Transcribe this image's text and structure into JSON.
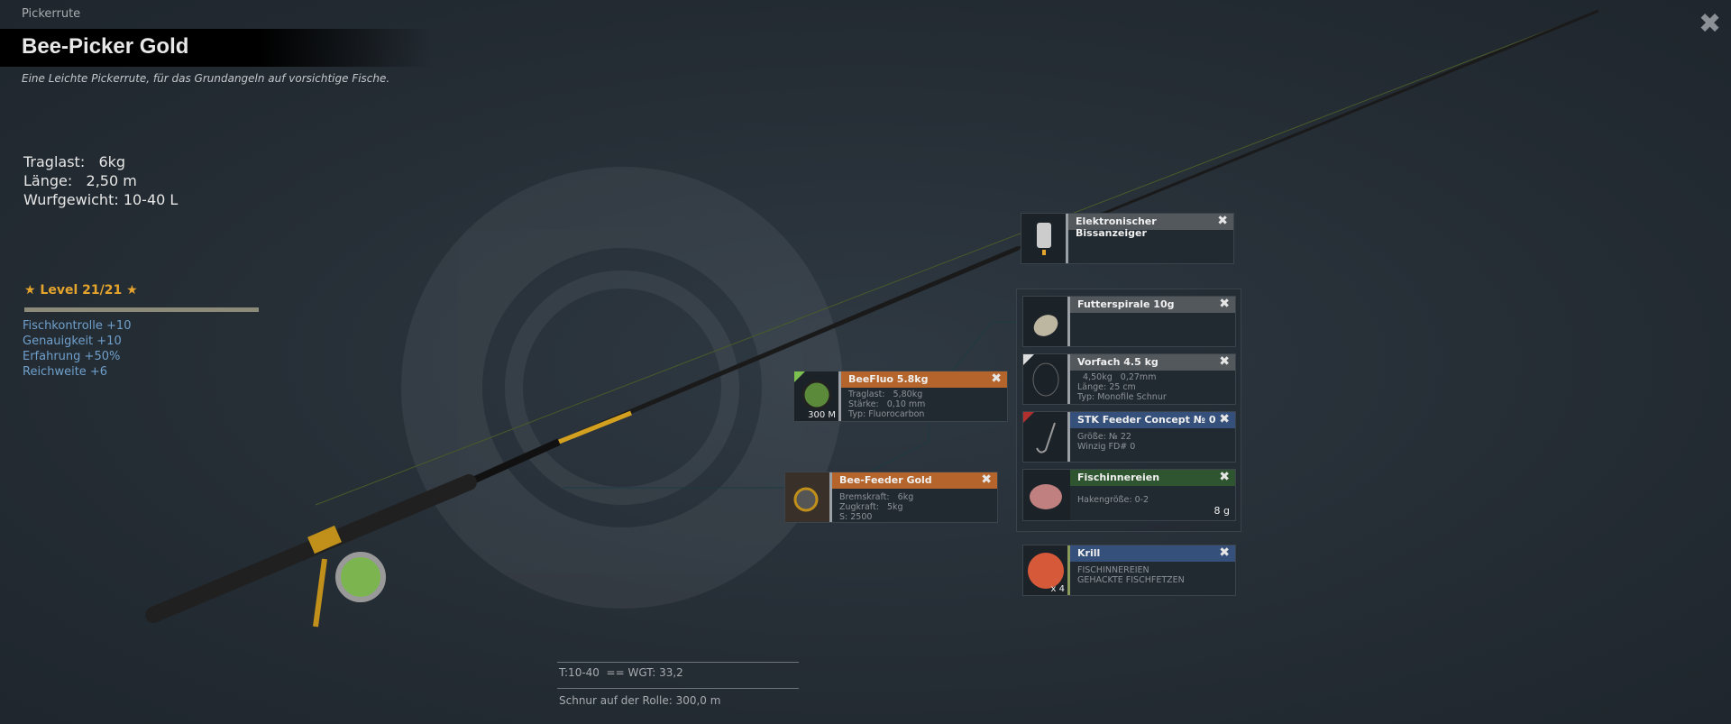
{
  "header": {
    "category": "Pickerrute",
    "title": "Bee-Picker Gold",
    "description": "Eine Leichte Pickerrute, für das Grundangeln auf vorsichtige Fische."
  },
  "stats": [
    "Traglast:   6kg",
    "Länge:   2,50 m",
    "Wurfgewicht: 10-40 L"
  ],
  "level": {
    "label": "★ Level 21/21 ★",
    "progress": 1.0
  },
  "bonuses": [
    "Fischkontrolle +10",
    "Genauigkeit +10",
    "Erfahrung +50%",
    "Reichweite +6"
  ],
  "close_icon": "✖",
  "items": {
    "bite_alarm": {
      "title": "Elektronischer Bissanzeiger"
    },
    "feeder": {
      "title": "Futterspirale 10g"
    },
    "leader": {
      "title": "Vorfach 4.5 kg",
      "lines": [
        "  4,50kg   0,27mm",
        "Länge:   25 cm",
        "Typ: Monofile Schnur"
      ]
    },
    "hook": {
      "title": "STK Feeder Concept № 0",
      "lines": [
        "Größe: № 22",
        "Winzig FD# 0"
      ]
    },
    "bait": {
      "title": "Fischinnereien",
      "lines": [
        "Hakengröße: 0-2"
      ],
      "amount": "8 g"
    },
    "groundbait": {
      "title": "Krill",
      "lines": [
        "FISCHINNEREIEN",
        "GEHACKTE FISCHFETZEN"
      ],
      "count": "x 4"
    },
    "line": {
      "title": "BeeFluo 5.8kg",
      "lines": [
        "Traglast:   5,80kg",
        "Stärke:   0,10 mm",
        "Typ: Fluorocarbon"
      ],
      "length": "300 M"
    },
    "reel": {
      "title": "Bee-Feeder Gold",
      "lines": [
        "Bremskraft:   6kg",
        "Zugkraft:   5kg",
        "S: 2500"
      ]
    }
  },
  "footer": {
    "weight": "T:10-40  == WGT: 33,2",
    "line_on_reel": "Schnur auf der Rolle: 300,0 m"
  },
  "colors": {
    "orange": "#b5652b",
    "blue": "#35507a",
    "green": "#2f5530",
    "grey": "#53585d",
    "level": "#e5a42c",
    "bonus": "#6fa0cc"
  }
}
